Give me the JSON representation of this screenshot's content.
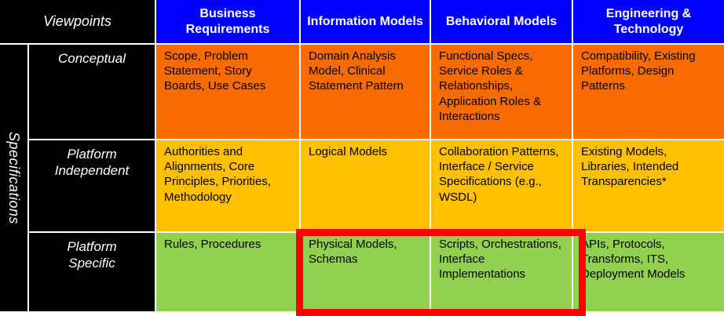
{
  "colors": {
    "header_bg": "#0000FF",
    "black": "#000000",
    "row1_bg": "#F76B00",
    "row2_bg": "#FFC000",
    "row3_bg": "#92D050",
    "highlight": "#FF0000",
    "text_light": "#FFFFFF",
    "text_dark": "#000000"
  },
  "corner_label": "Viewpoints",
  "side_label": "Specifications",
  "columns": [
    "Business Requirements",
    "Information Models",
    "Behavioral Models",
    "Engineering & Technology"
  ],
  "rows": [
    {
      "label": "Conceptual",
      "cells": [
        "Scope, Problem Statement, Story Boards, Use Cases",
        "Domain Analysis Model, Clinical Statement Pattern",
        "Functional Specs, Service Roles & Relationships, Application Roles & Interactions",
        "Compatibility, Existing Platforms, Design Patterns"
      ]
    },
    {
      "label": "Platform Independent",
      "cells": [
        "Authorities and Alignments,  Core Principles, Priorities, Methodology",
        "Logical Models",
        "Collaboration Patterns, Interface / Service Specifications (e.g., WSDL)",
        "Existing Models, Libraries, Intended Transparencies*"
      ]
    },
    {
      "label": "Platform Specific",
      "cells": [
        "Rules, Procedures",
        "Physical Models, Schemas",
        "Scripts, Orchestrations, Interface Implementations",
        "APIs, Protocols, Transforms, ITS, Deployment Models"
      ]
    }
  ],
  "highlight": {
    "covers": "Physical Models/Schemas and Scripts/Orchestrations/Interface Implementations cells"
  }
}
